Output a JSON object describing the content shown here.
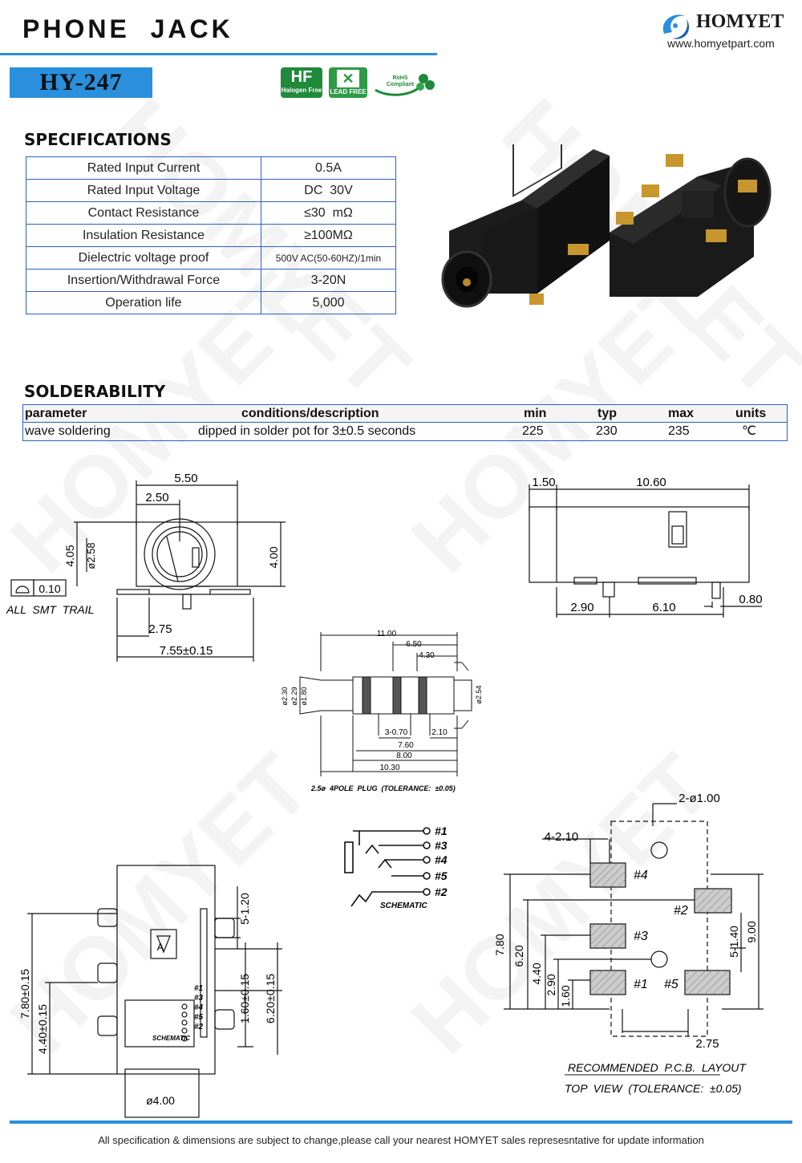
{
  "header": {
    "title": "PHONE  JACK",
    "model": "HY-247",
    "brand": "HOMYET",
    "website": "www.homyetpart.com",
    "certifications": [
      "Halogen Free",
      "LEAD FREE",
      "RoHS Compliant"
    ],
    "accent_color": "#2a8fdc"
  },
  "specifications": {
    "heading": "SPECIFICATIONS",
    "rows": [
      {
        "label": "Rated Input Current",
        "value": "0.5A"
      },
      {
        "label": "Rated Input Voltage",
        "value": "DC  30V"
      },
      {
        "label": "Contact Resistance",
        "value": "≤30  mΩ"
      },
      {
        "label": "Insulation Resistance",
        "value": "≥100MΩ"
      },
      {
        "label": "Dielectric voltage proof",
        "value": "500V AC(50-60HZ)/1min"
      },
      {
        "label": "Insertion/Withdrawal Force",
        "value": "3-20N"
      },
      {
        "label": "Operation life",
        "value": "5,000"
      }
    ]
  },
  "solderability": {
    "heading": "SOLDERABILITY",
    "headers": [
      "parameter",
      "conditions/description",
      "min",
      "typ",
      "max",
      "units"
    ],
    "row": [
      "wave soldering",
      "dipped in solder pot for 3±0.5 seconds",
      "225",
      "230",
      "235",
      "℃"
    ]
  },
  "drawings": {
    "front": {
      "w_total": "5.50",
      "w_half": "2.50",
      "h_total": "4.05",
      "dia": "ø2.58",
      "h_right": "4.00",
      "pad": "2.75",
      "w_base": "7.55±0.15",
      "flatness": "0.10",
      "note": "ALL  SMT  TRAIL"
    },
    "side": {
      "d1": "1.50",
      "d2": "10.60",
      "d3": "2.90",
      "d4": "6.10",
      "d5": "0.80"
    },
    "plug": {
      "l1": "11.00",
      "l2": "6.50",
      "l3": "4.30",
      "d1": "ø2.30",
      "d2": "ø2.29",
      "d3": "ø1.80",
      "d4": "ø2.54",
      "l4": "3-0.70",
      "l5": "2.10",
      "l6": "7.60",
      "l7": "8.00",
      "l8": "10.30",
      "caption": "2.5ø  4POLE  PLUG  (TOLERANCE:  ±0.05)"
    },
    "schematic": {
      "pins": [
        "#1",
        "#3",
        "#4",
        "#5",
        "#2"
      ],
      "label": "SCHEMATIC"
    },
    "top": {
      "d1": "5-1.20",
      "d2": "7.80±0.15",
      "d3": "4.40±0.15",
      "d4": "1.60±0.15",
      "d5": "6.20±0.15",
      "d6": "ø4.00",
      "arrow": "A"
    },
    "pcb": {
      "d1": "2-ø1.00",
      "d2": "4-2.10",
      "d3": "7.80",
      "d4": "6.20",
      "d5": "4.40",
      "d6": "2.90",
      "d7": "1.60",
      "d8": "5-1.40",
      "d9": "9.00",
      "d10": "2.75",
      "pads": [
        "#4",
        "#2",
        "#3",
        "#1",
        "#5"
      ],
      "caption1": "RECOMMENDED  P.C.B.  LAYOUT",
      "caption2": "TOP  VIEW  (TOLERANCE:  ±0.05)"
    }
  },
  "footer": {
    "note": "All specification & dimensions are subject to change,please call your nearest HOMYET sales represesntative for update information"
  }
}
